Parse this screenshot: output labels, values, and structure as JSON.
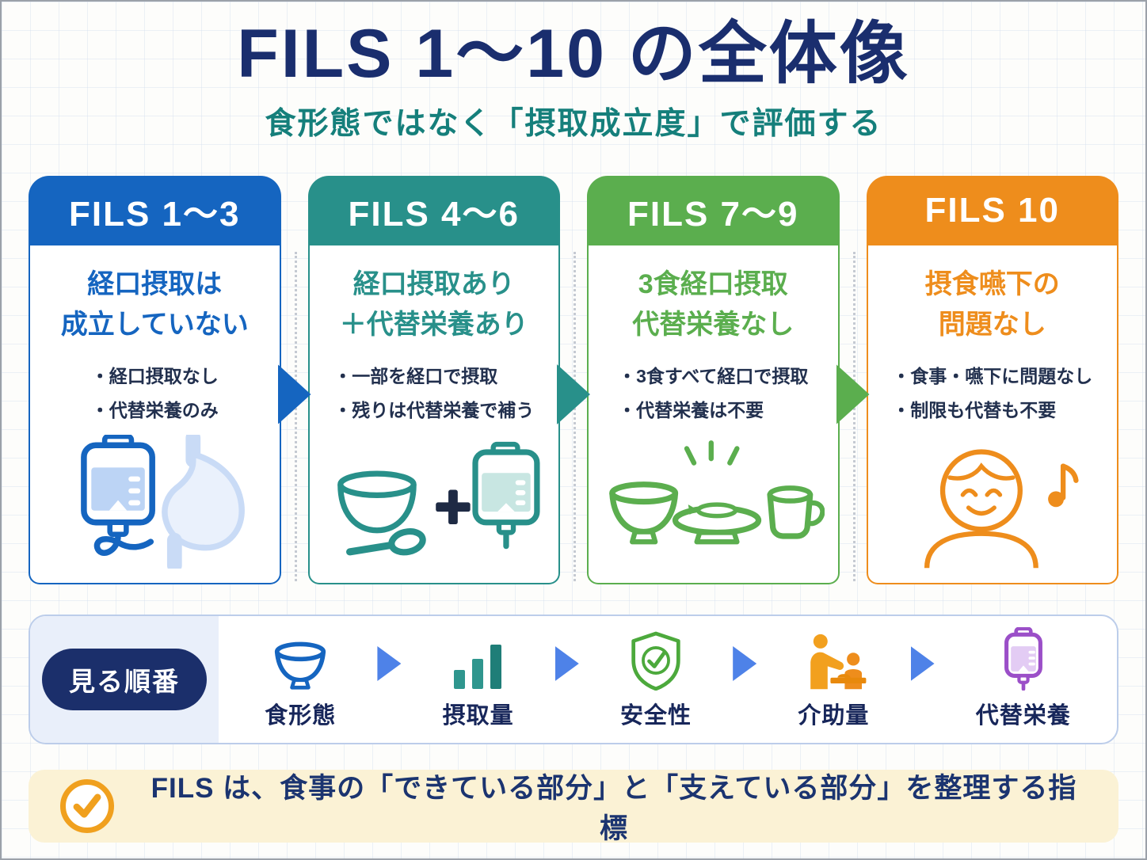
{
  "page": {
    "title": "FILS 1～10 の全体像",
    "subtitle": "食形態ではなく「摂取成立度」で評価する"
  },
  "colors": {
    "title_navy": "#1A2E6E",
    "subtitle_teal": "#157F7B",
    "badge_navy": "#1B2F6B",
    "order_arrow_blue": "#4E82E8",
    "footer_bg": "#FBF2D5",
    "footer_check_orange": "#F0A01E",
    "iv_bag_purple": "#9B4FC8"
  },
  "columns": [
    {
      "id": "fils-1-3",
      "header": "FILS 1～3",
      "color": "#1565C0",
      "title_lines": [
        "経口摂取は",
        "成立していない"
      ],
      "bullets": [
        "・経口摂取なし",
        "・代替栄養のみ"
      ],
      "icon": "iv-bag-stomach-icon"
    },
    {
      "id": "fils-4-6",
      "header": "FILS 4～6",
      "color": "#28908A",
      "title_lines": [
        "経口摂取あり",
        "＋代替栄養あり"
      ],
      "bullets": [
        "・一部を経口で摂取",
        "・残りは代替栄養で補う"
      ],
      "icon": "bowl-plus-iv-bag-icon"
    },
    {
      "id": "fils-7-9",
      "header": "FILS 7～9",
      "color": "#5BAE4E",
      "title_lines": [
        "3食経口摂取",
        "代替栄養なし"
      ],
      "bullets": [
        "・3食すべて経口で摂取",
        "・代替栄養は不要"
      ],
      "icon": "meal-set-icon"
    },
    {
      "id": "fils-10",
      "header": "FILS 10",
      "color": "#EE8D1C",
      "title_lines": [
        "摂食嚥下の",
        "問題なし"
      ],
      "bullets": [
        "・食事・嚥下に問題なし",
        "・制限も代替も不要"
      ],
      "icon": "smiling-person-icon"
    }
  ],
  "order_section": {
    "badge": "見る順番",
    "items": [
      {
        "label": "食形態",
        "icon": "bowl-icon"
      },
      {
        "label": "摂取量",
        "icon": "bar-chart-icon"
      },
      {
        "label": "安全性",
        "icon": "shield-check-icon"
      },
      {
        "label": "介助量",
        "icon": "caregiver-icon"
      },
      {
        "label": "代替栄養",
        "icon": "iv-bag-icon"
      }
    ]
  },
  "footer": {
    "text": "FILS は、食事の「できている部分」と「支えている部分」を整理する指標"
  }
}
